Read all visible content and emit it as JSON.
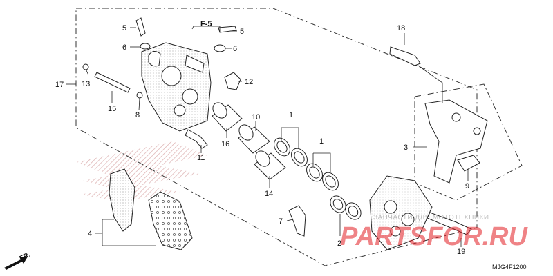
{
  "diagram": {
    "section_ref": "F-5",
    "direction_label": "FR.",
    "drawing_code": "MJG4F1200",
    "callouts": [
      "1",
      "1",
      "2",
      "3",
      "4",
      "5",
      "5",
      "6",
      "6",
      "7",
      "8",
      "9",
      "10",
      "11",
      "12",
      "13",
      "14",
      "15",
      "16",
      "17",
      "18",
      "19"
    ]
  },
  "watermark": {
    "tagline": "ЗАПЧАСТИ ДЛЯ МОТОТЕХНИКИ",
    "logo": "PARTSFOR.RU",
    "color": "#e31e24"
  },
  "colors": {
    "line": "#222222",
    "frame": "#333333",
    "background_logo": "#e8c8c8"
  }
}
